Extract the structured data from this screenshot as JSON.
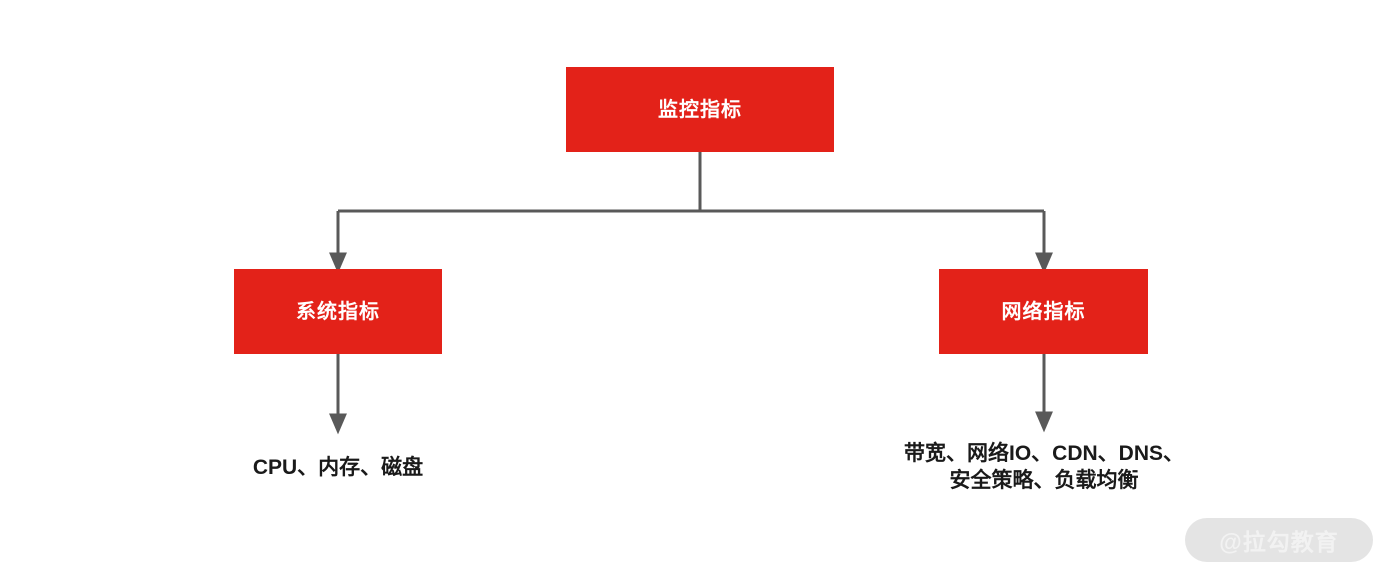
{
  "diagram": {
    "type": "tree",
    "background_color": "#ffffff",
    "node_fill_color": "#E32219",
    "node_text_color": "#ffffff",
    "edge_color": "#595959",
    "leaf_text_color": "#1a1a1a",
    "nodes": {
      "root": {
        "label": "监控指标"
      },
      "system": {
        "label": "系统指标"
      },
      "network": {
        "label": "网络指标"
      }
    },
    "leaves": {
      "system_items": "CPU、内存、磁盘",
      "network_items": "带宽、网络IO、CDN、DNS、\n安全策略、负载均衡"
    }
  },
  "watermark": {
    "text": "@拉勾教育",
    "pill_color": "#E4E4E4",
    "text_color": "#F2F2F2"
  }
}
